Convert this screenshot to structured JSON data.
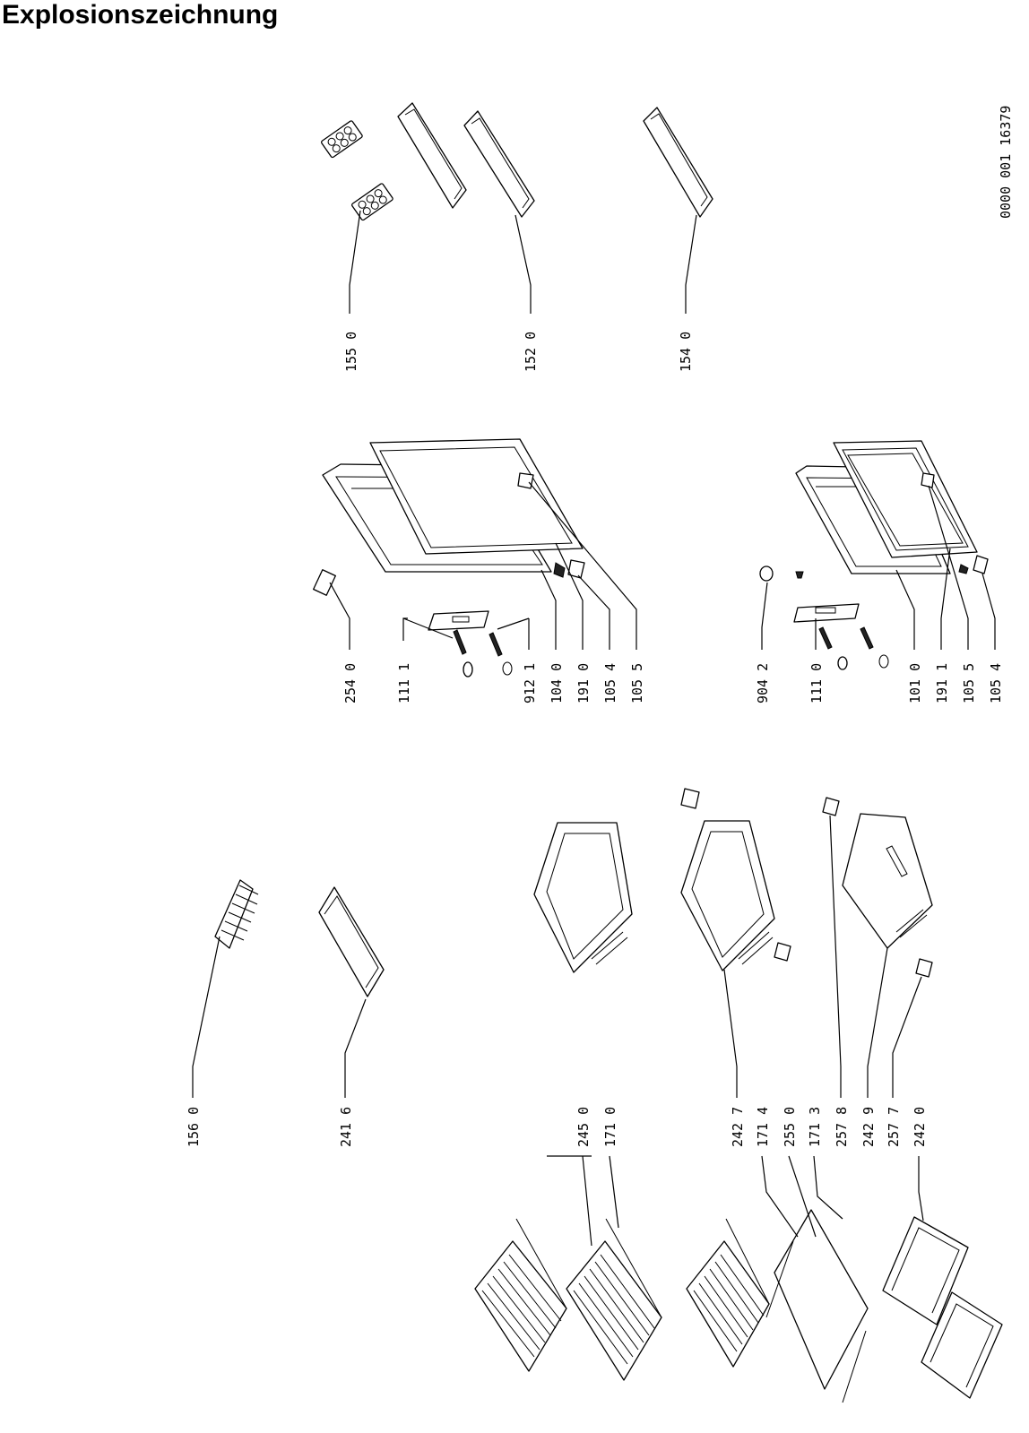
{
  "title": "Explosionszeichnung",
  "drawing_number": "0000 001  16379",
  "labels": {
    "l1550": "155 0",
    "l1520": "152 0",
    "l1540": "154 0",
    "l2540": "254 0",
    "l1111": "111 1",
    "l9121": "912 1",
    "l1040": "104 0",
    "l1910": "191 0",
    "l1054a": "105 4",
    "l1055a": "105 5",
    "l9042": "904 2",
    "l1110": "111 0",
    "l1010": "101 0",
    "l1911": "191 1",
    "l1055b": "105 5",
    "l1054b": "105 4",
    "l1560": "156 0",
    "l2416": "241 6",
    "l2450": "245 0",
    "l1710": "171 0",
    "l2427": "242 7",
    "l1714": "171 4",
    "l2550": "255 0",
    "l1713": "171 3",
    "l2578": "257 8",
    "l2429": "242 9",
    "l2577": "257 7",
    "l2420": "242 0"
  }
}
